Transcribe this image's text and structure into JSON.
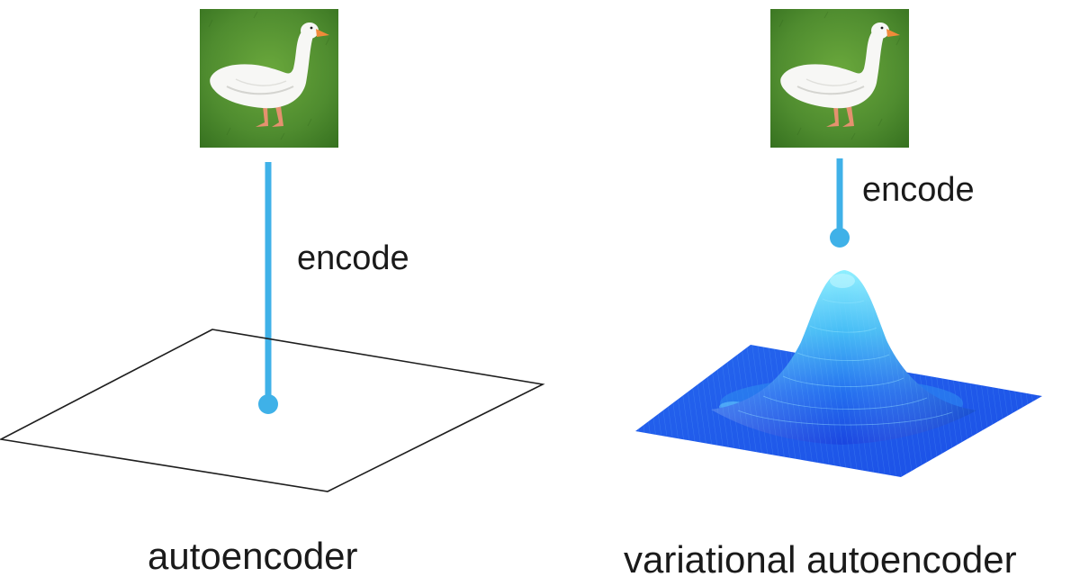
{
  "panels": {
    "autoencoder": {
      "encode_label": "encode",
      "caption": "autoencoder"
    },
    "variational_autoencoder": {
      "encode_label": "encode",
      "caption": "variational autoencoder"
    }
  },
  "colors": {
    "arrow": "#3fb1e8",
    "plane_outline": "#1e1e1e",
    "grass": "#4f8c2f",
    "goose_body": "#f7f7f5",
    "goose_beak": "#f08a3a",
    "surface_base": "#1f5bf0",
    "surface_peak": "#7ee8ff"
  }
}
